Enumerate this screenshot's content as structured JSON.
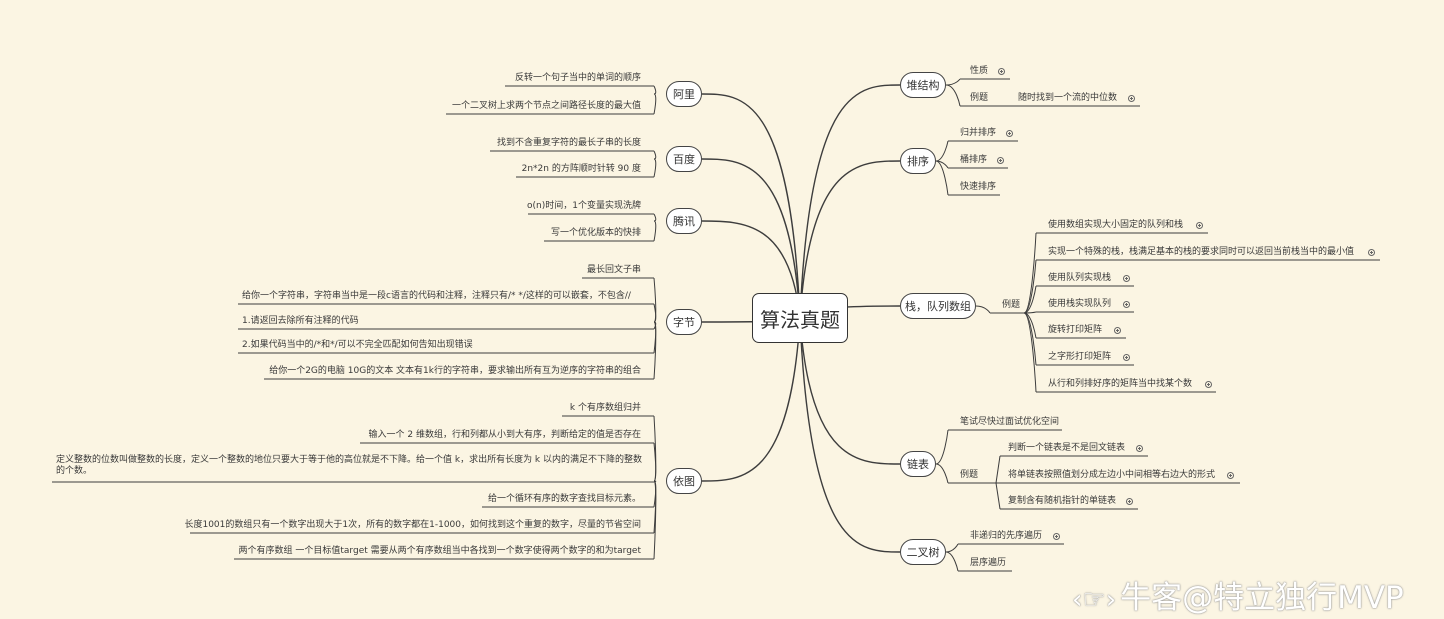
{
  "root": "算法真题",
  "left": [
    {
      "id": "ali",
      "label": "阿里",
      "items": [
        "反转一个句子当中的单词的顺序",
        "一个二叉树上求两个节点之间路径长度的最大值"
      ]
    },
    {
      "id": "baidu",
      "label": "百度",
      "items": [
        "找到不含重复字符的最长子串的长度",
        "2n*2n 的方阵顺时针转 90 度"
      ]
    },
    {
      "id": "tencent",
      "label": "腾讯",
      "items": [
        "o(n)时间，1个变量实现洗牌",
        "写一个优化版本的快排"
      ]
    },
    {
      "id": "bytedance",
      "label": "字节",
      "items": [
        "最长回文子串",
        "给你一个字符串，字符串当中是一段c语言的代码和注释，注释只有/* */这样的可以嵌套，不包含//",
        "1.请返回去除所有注释的代码",
        "2.如果代码当中的/*和*/可以不完全匹配如何告知出现错误",
        "给你一个2G的电脑 10G的文本 文本有1k行的字符串，要求输出所有互为逆序的字符串的组合"
      ]
    },
    {
      "id": "yitu",
      "label": "依图",
      "items": [
        "k 个有序数组归并",
        "输入一个 2 维数组，行和列都从小到大有序，判断给定的值是否存在",
        "定义整数的位数叫做整数的长度，定义一个整数的地位只要大于等于他的高位就是不下降。给一个值 k，求出所有长度为 k 以内的满足不下降的整数的个数。",
        "给一个循环有序的数字查找目标元素。",
        "长度1001的数组只有一个数字出现大于1次，所有的数字都在1-1000，如何找到这个重复的数字，尽量的节省空间",
        "两个有序数组 一个目标值target 需要从两个有序数组当中各找到一个数字使得两个数字的和为target"
      ]
    }
  ],
  "right": [
    {
      "id": "heap",
      "label": "堆结构",
      "items": [
        "性质",
        "例题"
      ],
      "example": "随时找到一个流的中位数"
    },
    {
      "id": "sort",
      "label": "排序",
      "items": [
        "归并排序",
        "桶排序",
        "快速排序"
      ]
    },
    {
      "id": "stackqueue",
      "label": "栈，队列数组",
      "sub": "例题",
      "items": [
        "使用数组实现大小固定的队列和栈",
        "实现一个特殊的栈，栈满足基本的栈的要求同时可以返回当前栈当中的最小值",
        "使用队列实现栈",
        "使用栈实现队列",
        "旋转打印矩阵",
        "之字形打印矩阵",
        "从行和列排好序的矩阵当中找某个数"
      ]
    },
    {
      "id": "linkedlist",
      "label": "链表",
      "items": [
        "笔试尽快过面试优化空间"
      ],
      "sub": "例题",
      "subitems": [
        "判断一个链表是不是回文链表",
        "将单链表按照值划分成左边小中间相等右边大的形式",
        "复制含有随机指针的单链表"
      ]
    },
    {
      "id": "bintree",
      "label": "二叉树",
      "items": [
        "非递归的先序遍历",
        "层序遍历"
      ]
    }
  ],
  "watermark": "牛客@特立独行MVP"
}
